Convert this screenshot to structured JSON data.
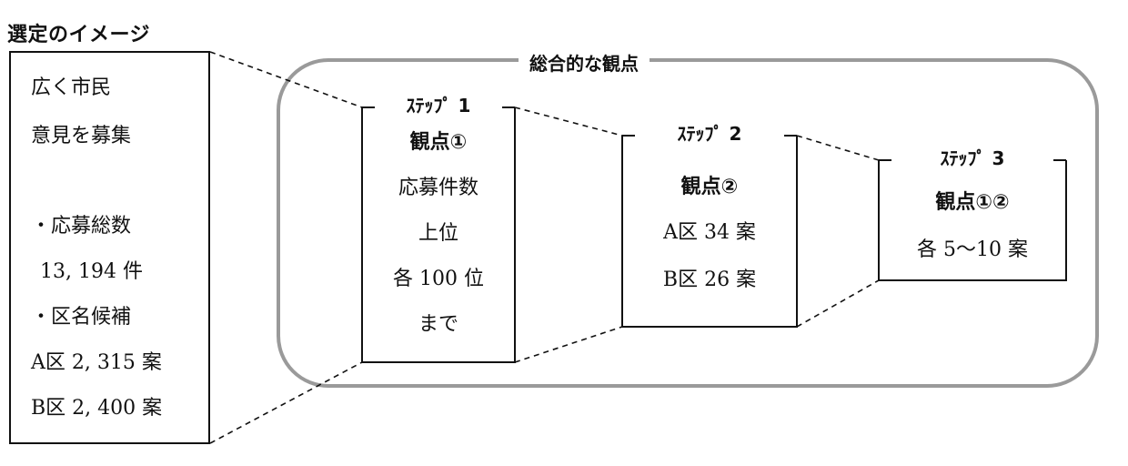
{
  "title": "選定のイメージ",
  "summary": {
    "lines": [
      "広く市民",
      "意見を募集",
      "・応募総数",
      "13, 194 件",
      "・区名候補",
      "A区 2, 315 案",
      "B区 2, 400 案"
    ]
  },
  "overall_label": "総合的な観点",
  "steps": [
    {
      "label": "ｽﾃｯﾌﾟ 1",
      "viewpoint": "観点①",
      "lines": [
        "応募件数",
        "上位",
        "各 100 位",
        "まで"
      ]
    },
    {
      "label": "ｽﾃｯﾌﾟ 2",
      "viewpoint": "観点②",
      "lines": [
        "A区 34 案",
        "B区 26 案"
      ]
    },
    {
      "label": "ｽﾃｯﾌﾟ 3",
      "viewpoint": "観点①②",
      "lines": [
        "各 5〜10 案"
      ]
    }
  ]
}
